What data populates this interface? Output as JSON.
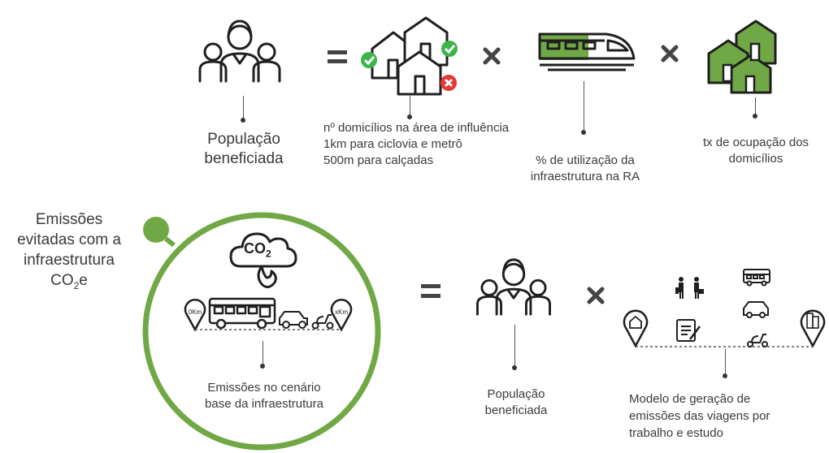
{
  "top": {
    "population_label": [
      "População",
      "beneficiada"
    ],
    "households_label": [
      "nº domicílios na área de influência",
      "1km para ciclovia e metrô",
      "500m para calçadas"
    ],
    "utilization_label": [
      "% de utilização da",
      "infraestrutura na RA"
    ],
    "occupancy_label": [
      "tx de ocupação dos",
      "domicílios"
    ]
  },
  "bottom": {
    "title": {
      "line1": "Emissões",
      "line2": "evitadas com a",
      "line3": "infraestrutura",
      "co": "CO",
      "sub": "2",
      "e": "e"
    },
    "co2_badge": {
      "co": "CO",
      "sub": "2"
    },
    "marker_start": "0Km",
    "marker_end": "xKm",
    "baseline_label": [
      "Emissões no cenário",
      "base da infraestrutura"
    ],
    "population_label": [
      "População",
      "beneficiada"
    ],
    "model_label": [
      "Modelo de geração de",
      "emissões das viagens por",
      "trabalho e estudo"
    ]
  },
  "colors": {
    "green": "#70a845",
    "green_dark": "#5b9a3c",
    "icon_stroke": "#1f1f1f",
    "check_green": "#3bb54a",
    "x_red": "#e53935",
    "operator_gray": "#555555"
  },
  "icons": [
    "people-group-icon",
    "houses-icon",
    "train-icon",
    "houses-occupancy-icon",
    "co2-cloud-icon",
    "bus-icon",
    "car-icon",
    "scooter-icon",
    "location-pin-icon",
    "workers-icon",
    "clipboard-icon",
    "building-icon",
    "house-pin-icon"
  ]
}
